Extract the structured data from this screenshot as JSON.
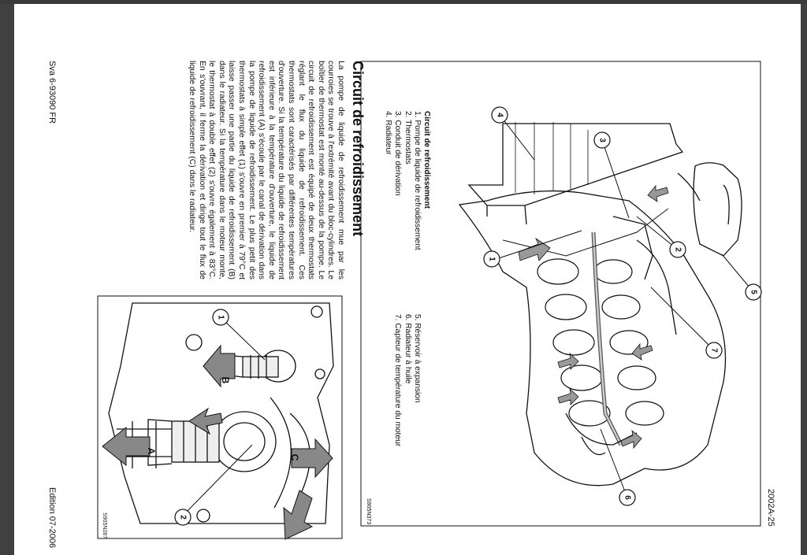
{
  "header": {
    "page_number": "2002A-25",
    "edition": "Edition 07-2006",
    "doc_ref": "Sva 6-93090 FR"
  },
  "section": {
    "title": "Circuit de refroidissement",
    "body": "La pompe de liquide de refroidissement mue par les courroies se trouve à l'extrémité avant du bloc-cylindres. Le boîtier de thermostat est monté au-dessus de la pompe. Le circuit de refroidissement est équipé de deux thermostats réglant le flux du liquide de refroidissement. Ces thermostats sont caractérisés par différentes températures d'ouverture. Si la température du liquide de refroidissement est inférieure à la température d'ouverture, le liquide de refroidissement (A) s'écoule par le canal de dérivation dans la pompe de liquide de refroidissement. Le plus petit des thermostats à simple effet (1) s'ouvre en premier à 79°C et laisse passer une partie du liquide de refroidissement (B) dans le radiateur. Si la température dans le moteur monte, le thermostat à double effet (2) s'ouvre également à 83°C. En s'ouvrant, il ferme la dérivation et dirige tout le flux de liquide de refroidissement (C) dans le radiateur."
  },
  "figure1": {
    "code": "S905N373",
    "caption_title": "Circuit de refroidissement",
    "legend_left": [
      "1. Pompe de liquide de refroidissement",
      "2. Thermostats",
      "3. Conduit de dérivation",
      "4. Radiateur"
    ],
    "legend_right": [
      "5. Réservoir à expansion",
      "6. Radiateur à huile",
      "7. Capteur de température du moteur"
    ],
    "callouts": [
      "1",
      "2",
      "3",
      "4",
      "5",
      "6",
      "7"
    ]
  },
  "figure2": {
    "code": "S905N287",
    "callouts": [
      "1",
      "2"
    ],
    "flow_labels": [
      "A",
      "B",
      "C"
    ]
  }
}
